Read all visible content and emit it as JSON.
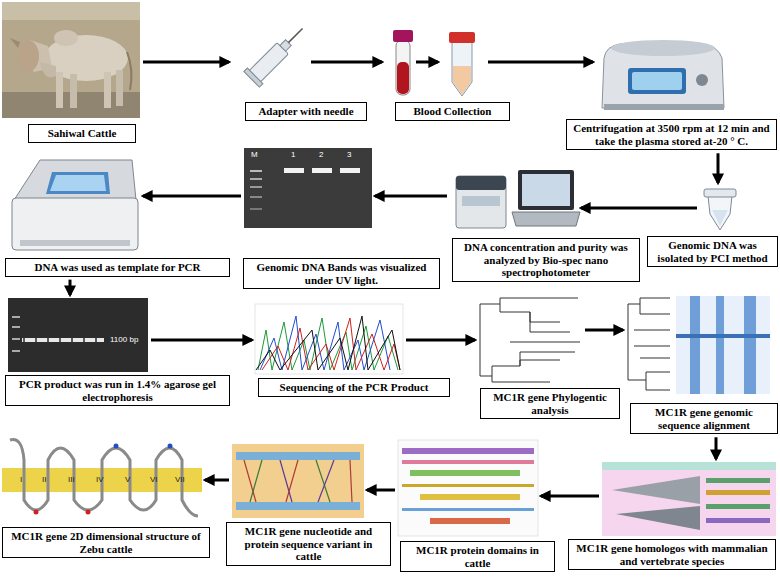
{
  "diagram": {
    "nodes": [
      {
        "text": [
          "Sahiwal Cattle"
        ]
      },
      {
        "text": [
          "Adapter with needle"
        ]
      },
      {
        "text": [
          "Blood Collection"
        ]
      },
      {
        "text": [
          "Centrifugation at 3500 rpm at 12 min and take the plasma stored at-20 ° C."
        ]
      },
      {
        "text": [
          "Genomic DNA was isolated by PCI method"
        ]
      },
      {
        "text": [
          "DNA concentration and purity was analyzed by Bio-spec nano spectrophotometer"
        ]
      },
      {
        "text": [
          "Genomic DNA Bands was visualized under UV light."
        ]
      },
      {
        "text": [
          "DNA was used as template for PCR"
        ]
      },
      {
        "text": [
          "PCR product was run in 1.4% agarose gel electrophoresis"
        ]
      },
      {
        "text": [
          "Sequencing of the PCR Product"
        ]
      },
      {
        "text": [
          "MC1R gene Phylogentic analysis"
        ]
      },
      {
        "text": [
          "MC1R gene genomic sequence alignment"
        ]
      },
      {
        "text": [
          "MC1R gene homologos with mammalian and vertebrate species"
        ]
      },
      {
        "text": [
          "MC1R protein domains in cattle"
        ]
      },
      {
        "text": [
          "MC1R gene nucleotide and protein sequence variant in cattle"
        ]
      },
      {
        "text": [
          "MC1R gene 2D dimensional structure of Zebu cattle"
        ]
      }
    ],
    "edges": [
      {
        "from": 0,
        "to": 1,
        "arrow": "to"
      },
      {
        "from": 1,
        "to": 2,
        "arrow": "to"
      },
      {
        "from": 2,
        "to": 3,
        "arrow": "to"
      },
      {
        "from": 3,
        "to": 4,
        "arrow": "to"
      },
      {
        "from": 4,
        "to": 5,
        "arrow": "to"
      },
      {
        "from": 5,
        "to": 6,
        "arrow": "to"
      },
      {
        "from": 6,
        "to": 7,
        "arrow": "to"
      },
      {
        "from": 7,
        "to": 8,
        "arrow": "to"
      },
      {
        "from": 8,
        "to": 9,
        "arrow": "to"
      },
      {
        "from": 9,
        "to": 10,
        "arrow": "to"
      },
      {
        "from": 10,
        "to": 11,
        "arrow": "to"
      },
      {
        "from": 11,
        "to": 12,
        "arrow": "to"
      },
      {
        "from": 12,
        "to": 13,
        "arrow": "to"
      },
      {
        "from": 13,
        "to": 14,
        "arrow": "to"
      },
      {
        "from": 14,
        "to": 15,
        "arrow": "to"
      }
    ],
    "labels": [
      "M",
      "1",
      "2",
      "3",
      "1100 bp",
      "I",
      "II",
      "III",
      "IV",
      "V",
      "VI",
      "VII"
    ]
  }
}
